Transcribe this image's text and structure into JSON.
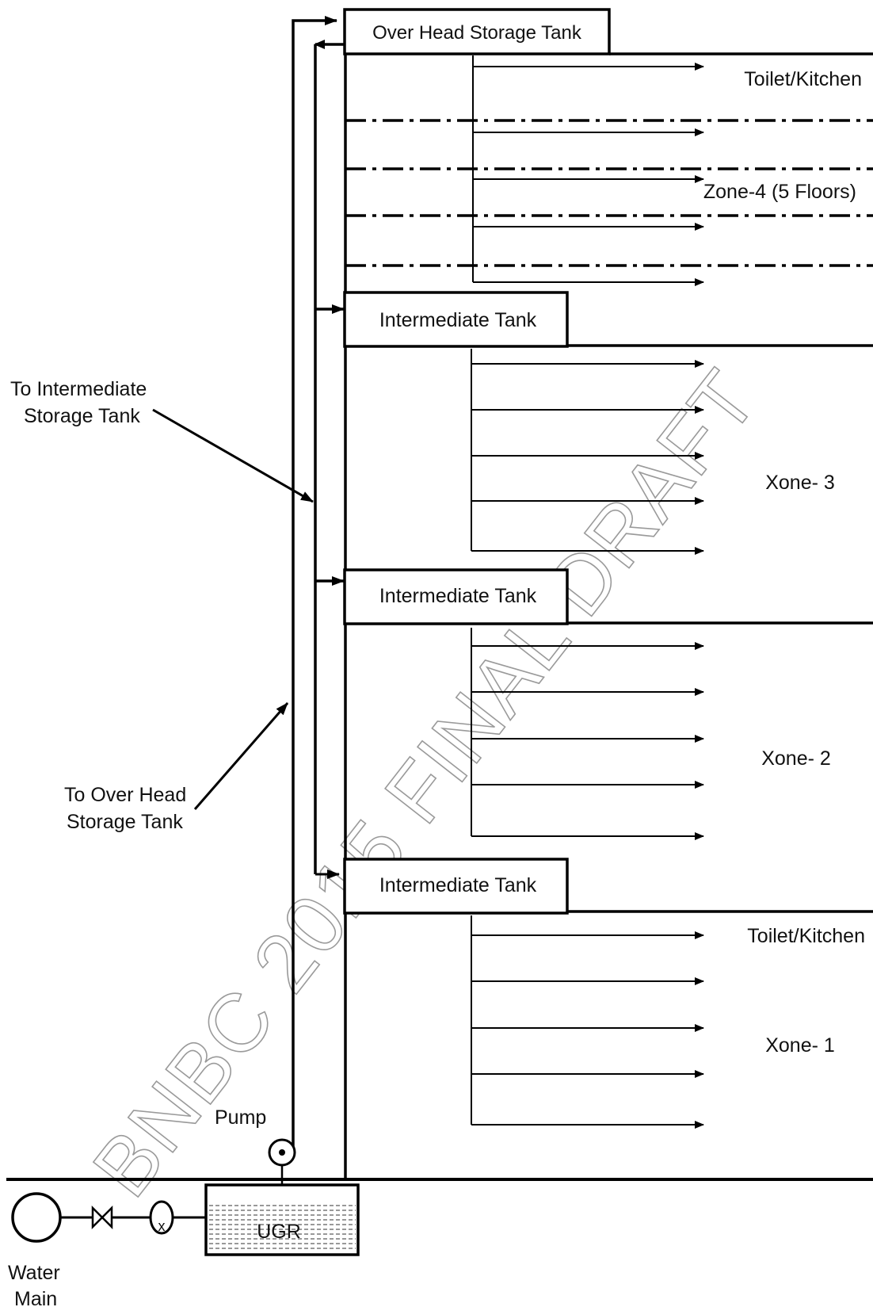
{
  "labels": {
    "overhead_tank": "Over Head Storage Tank",
    "intermediate_tank_upper": "Intermediate Tank",
    "intermediate_tank_middle": "Intermediate Tank",
    "intermediate_tank_lower": "Intermediate Tank",
    "toilet_kitchen_top": "Toilet/Kitchen",
    "toilet_kitchen_bottom": "Toilet/Kitchen",
    "zone4": "Zone-4 (5 Floors)",
    "zone3": "Xone- 3",
    "zone2": "Xone- 2",
    "zone1": "Xone- 1",
    "to_intermediate_line1": "To Intermediate",
    "to_intermediate_line2": "Storage Tank",
    "to_overhead_line1": "To Over Head",
    "to_overhead_line2": "Storage Tank",
    "pump": "Pump",
    "ugr": "UGR",
    "water_main_line1": "Water",
    "water_main_line2": "Main",
    "valve_mark": "x"
  },
  "watermark": "BNBC 2015 FINAL DRAFT"
}
